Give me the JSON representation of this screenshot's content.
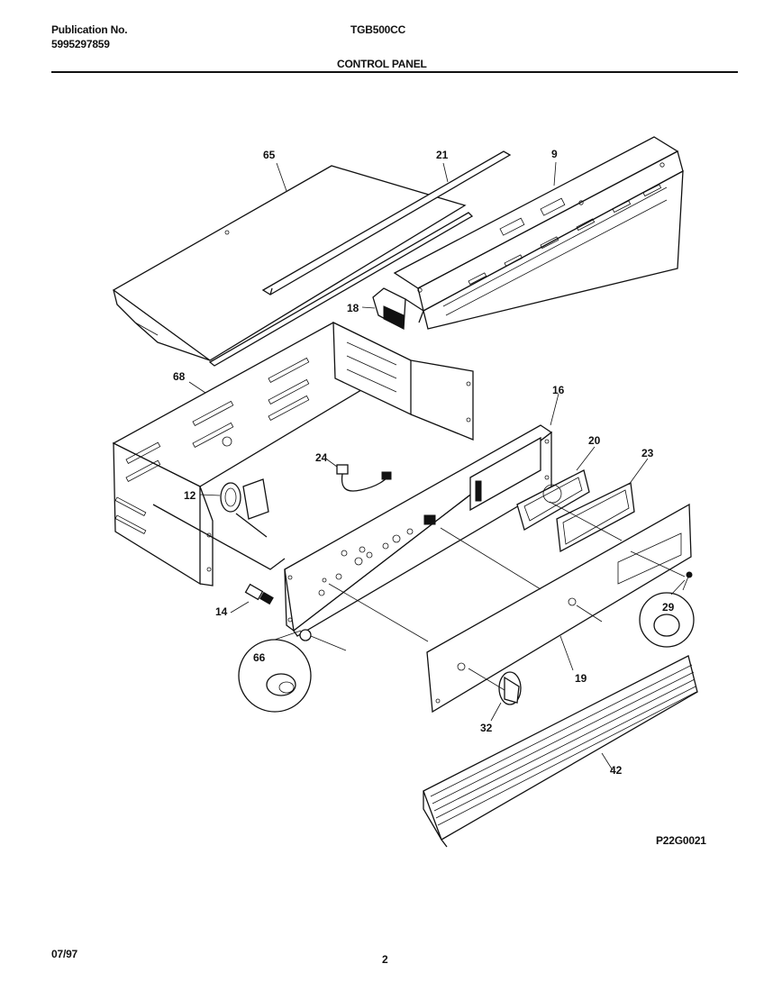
{
  "header": {
    "publication_label": "Publication No.",
    "publication_number": "5995297859",
    "model": "TGB500CC",
    "section_title": "CONTROL PANEL"
  },
  "parts": {
    "p65": "65",
    "p21": "21",
    "p9": "9",
    "p18": "18",
    "p68": "68",
    "p16": "16",
    "p20": "20",
    "p23": "23",
    "p24": "24",
    "p12": "12",
    "p14": "14",
    "p29": "29",
    "p66": "66",
    "p19": "19",
    "p32": "32",
    "p42": "42"
  },
  "footer": {
    "diagram_code": "P22G0021",
    "date": "07/97",
    "page_number": "2"
  }
}
